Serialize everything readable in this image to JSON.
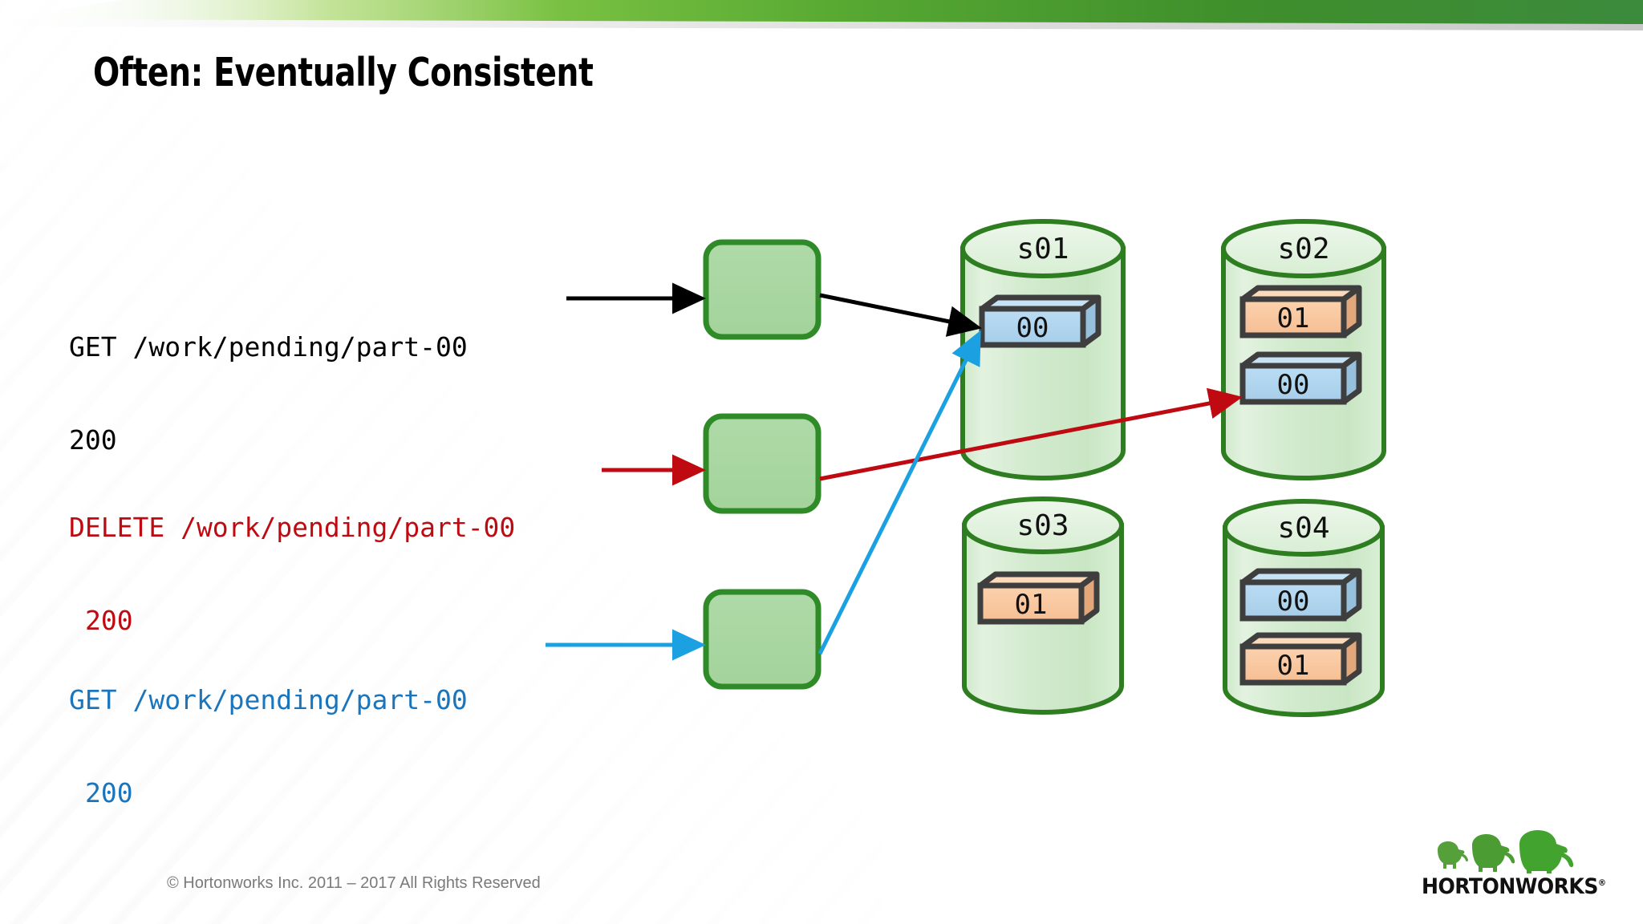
{
  "slide": {
    "title": "Often: Eventually Consistent",
    "banner_color_left": "#ffffff",
    "banner_color_right": "#3C8A3C"
  },
  "requests": [
    {
      "id": "get-1",
      "line": "GET /work/pending/part-00",
      "status": "200",
      "color": "#000000"
    },
    {
      "id": "delete-1",
      "line": "DELETE /work/pending/part-00",
      "status": "200",
      "color": "#BE0A10"
    },
    {
      "id": "get-2",
      "line": "GET /work/pending/part-00",
      "status": "200",
      "color": "#1A75BC"
    }
  ],
  "nodes": [
    {
      "id": "node-1",
      "label": ""
    },
    {
      "id": "node-2",
      "label": ""
    },
    {
      "id": "node-3",
      "label": ""
    }
  ],
  "servers": [
    {
      "id": "s01",
      "label": "s01",
      "blocks": [
        {
          "label": "00",
          "color": "blue"
        }
      ]
    },
    {
      "id": "s02",
      "label": "s02",
      "blocks": [
        {
          "label": "01",
          "color": "orange"
        },
        {
          "label": "00",
          "color": "blue"
        }
      ]
    },
    {
      "id": "s03",
      "label": "s03",
      "blocks": [
        {
          "label": "01",
          "color": "orange"
        }
      ]
    },
    {
      "id": "s04",
      "label": "s04",
      "blocks": [
        {
          "label": "00",
          "color": "blue"
        },
        {
          "label": "01",
          "color": "orange"
        }
      ]
    }
  ],
  "colors": {
    "cylinder_stroke": "#2E7D20",
    "cylinder_fill": "#D5EBD2",
    "node_stroke": "#2E8B28",
    "node_fill": "#A9D8A2",
    "block_blue": "#AFD6F0",
    "block_orange": "#F8C49C",
    "block_stroke": "#3E3E3E",
    "arrow_black": "#000000",
    "arrow_red": "#BE0A10",
    "arrow_blue": "#1BA1E2"
  },
  "footer": {
    "copyright": "© Hortonworks Inc. 2011 – 2017 All Rights Reserved",
    "logo_wordmark": "HORTONWORKS",
    "logo_trademark": "®"
  }
}
